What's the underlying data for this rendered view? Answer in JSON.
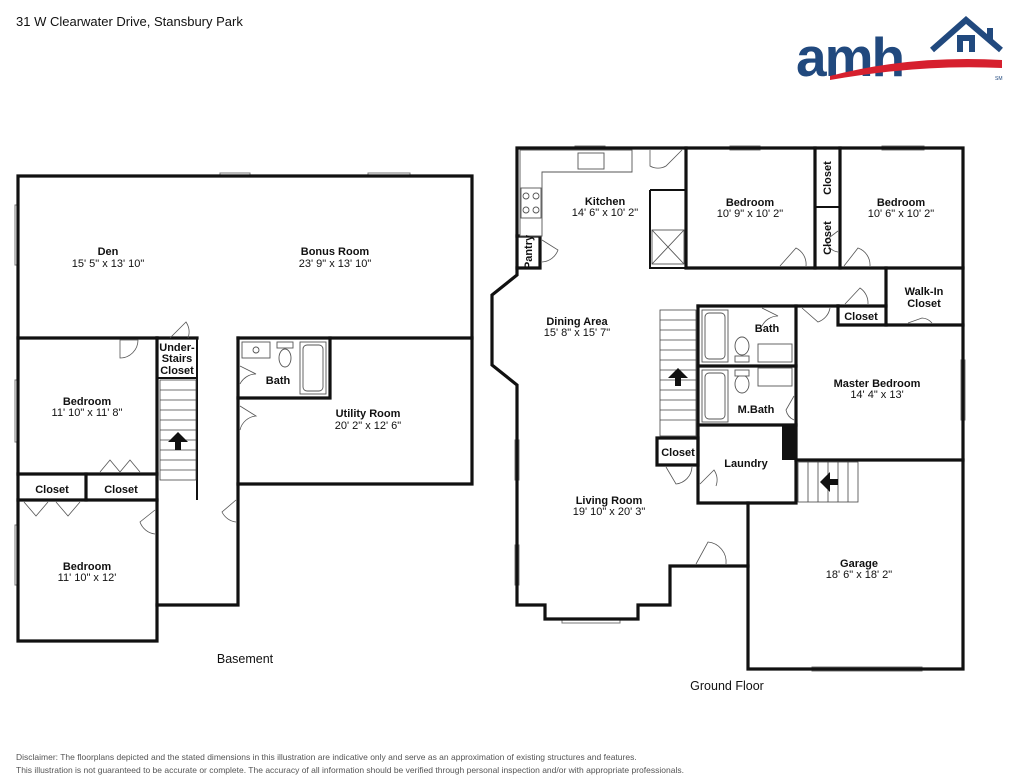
{
  "header": {
    "address": "31 W Clearwater Drive, Stansbury Park",
    "logo_text": "amh",
    "logo_mark": "SM"
  },
  "colors": {
    "brand_blue": "#21497e",
    "brand_red": "#d6202e"
  },
  "floors": {
    "basement": "Basement",
    "ground": "Ground Floor"
  },
  "rooms": {
    "den": {
      "name": "Den",
      "dims": "15' 5\" x 13' 10\""
    },
    "bonus": {
      "name": "Bonus Room",
      "dims": "23' 9\" x 13' 10\""
    },
    "b_bed1": {
      "name": "Bedroom",
      "dims": "11' 10\" x 11' 8\""
    },
    "b_bed2": {
      "name": "Bedroom",
      "dims": "11' 10\" x 12'"
    },
    "b_closet1": {
      "name": "Closet"
    },
    "b_closet2": {
      "name": "Closet"
    },
    "understairs": {
      "line1": "Under-",
      "line2": "Stairs",
      "line3": "Closet"
    },
    "b_bath": {
      "name": "Bath"
    },
    "utility": {
      "name": "Utility Room",
      "dims": "20' 2\" x 12' 6\""
    },
    "kitchen": {
      "name": "Kitchen",
      "dims": "14' 6\" x 10' 2\""
    },
    "pantry": {
      "name": "Pantry"
    },
    "g_bed1": {
      "name": "Bedroom",
      "dims": "10' 9\" x 10' 2\""
    },
    "g_bed2": {
      "name": "Bedroom",
      "dims": "10' 6\" x 10' 2\""
    },
    "g_closet1": {
      "name": "Closet"
    },
    "g_closet2": {
      "name": "Closet"
    },
    "walkin": {
      "line1": "Walk-In",
      "line2": "Closet"
    },
    "master_closet": {
      "name": "Closet"
    },
    "dining": {
      "name": "Dining Area",
      "dims": "15' 8\" x 15' 7\""
    },
    "g_bath": {
      "name": "Bath"
    },
    "mbath": {
      "name": "M.Bath"
    },
    "master": {
      "name": "Master Bedroom",
      "dims": "14' 4\" x 13'"
    },
    "stair_closet": {
      "name": "Closet"
    },
    "laundry": {
      "name": "Laundry"
    },
    "living": {
      "name": "Living Room",
      "dims": "19' 10\" x 20' 3\""
    },
    "garage": {
      "name": "Garage",
      "dims": "18' 6\" x 18' 2\""
    }
  },
  "disclaimer": {
    "line1": "Disclaimer: The floorplans depicted and the stated dimensions in this illustration are indicative only and serve as an approximation of existing structures and features.",
    "line2": "This illustration is not guaranteed to be accurate or complete. The accuracy of all information should be verified through personal inspection and/or with appropriate professionals."
  }
}
